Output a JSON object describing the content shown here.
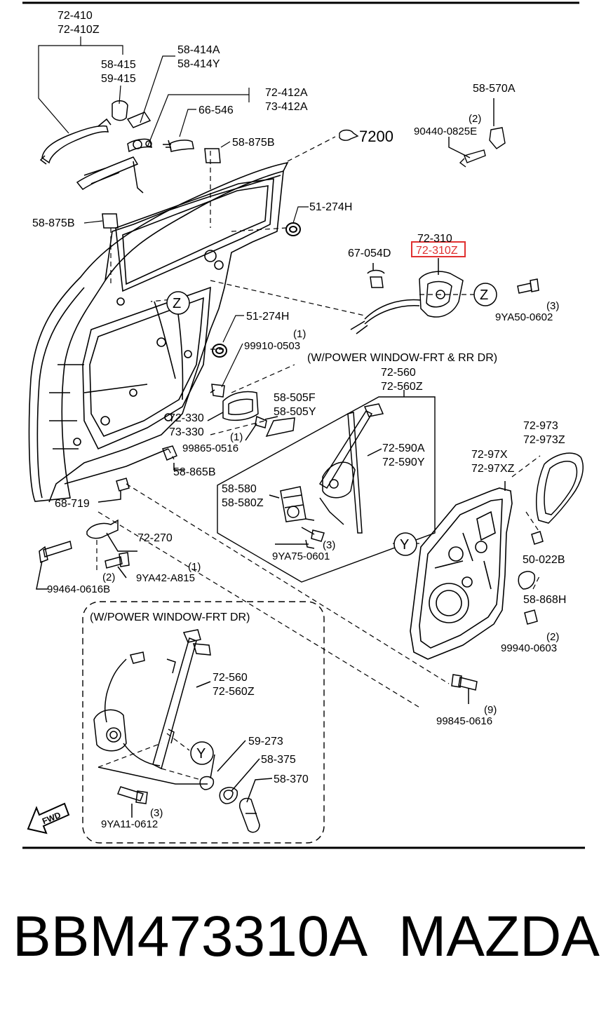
{
  "diagram": {
    "labels": {
      "l72410": "72-410",
      "l72410z": "72-410Z",
      "l58415": "58-415",
      "l59415": "59-415",
      "l58414a": "58-414A",
      "l58414y": "58-414Y",
      "l72412a": "72-412A",
      "l73412a": "73-412A",
      "l66546": "66-546",
      "l58875b_top": "58-875B",
      "l7200": "7200",
      "l58570a": "58-570A",
      "l2_a": "(2)",
      "l90440": "90440-0825E",
      "l51274h_a": "51-274H",
      "l58875b_left": "58-875B",
      "l72310": "72-310",
      "l72310z": "72-310Z",
      "l67054d": "67-054D",
      "l9ya500602": "9YA50-0602",
      "l3_a": "(3)",
      "l51274h_b": "51-274H",
      "l1_a": "(1)",
      "l99910": "99910-0503",
      "l_pw_frt_rr": "(W/POWER WINDOW-FRT & RR DR)",
      "l72560_a": "72-560",
      "l72560z_a": "72-560Z",
      "l58505f": "58-505F",
      "l58505y": "58-505Y",
      "l72330": "72-330",
      "l73330": "73-330",
      "l1_b": "(1)",
      "l99865": "99865-0516",
      "l72590a": "72-590A",
      "l72590y": "72-590Y",
      "l72973": "72-973",
      "l72973z": "72-973Z",
      "l7297x": "72-97X",
      "l7297xz": "72-97XZ",
      "l58865b": "58-865B",
      "l58580": "58-580",
      "l58580z": "58-580Z",
      "l68719": "68-719",
      "l72270": "72-270",
      "l3_b": "(3)",
      "l9ya750601": "9YA75-0601",
      "l50022b": "50-022B",
      "l1_c": "(1)",
      "l2_b": "(2)",
      "l9ya42": "9YA42-A815",
      "l99464": "99464-0616B",
      "l58868h": "58-868H",
      "l2_c": "(2)",
      "l99940": "99940-0603",
      "l_pw_frt": "(W/POWER WINDOW-FRT DR)",
      "l72560_b": "72-560",
      "l72560z_b": "72-560Z",
      "l9_a": "(9)",
      "l99845": "99845-0616",
      "l59273": "59-273",
      "l58375": "58-375",
      "l58370": "58-370",
      "l3_c": "(3)",
      "l9ya11": "9YA11-0612",
      "fwd": "FWD",
      "z1": "Z",
      "z2": "Z",
      "y1": "Y",
      "y2": "Y"
    },
    "highlight_color": "#e03030",
    "line_color": "#000000"
  },
  "footer": {
    "part_number": "BBM473310A",
    "brand": "MAZDA"
  }
}
